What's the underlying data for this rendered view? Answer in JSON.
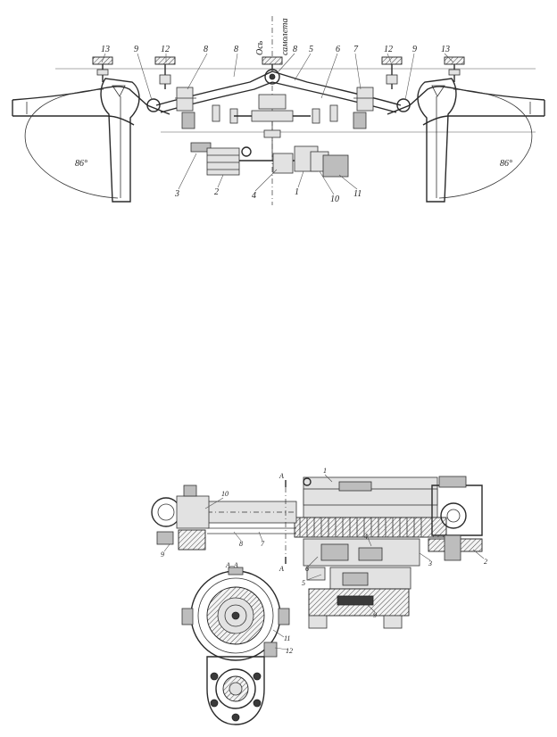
{
  "figure_top": {
    "axis_label_line1": "Ось",
    "axis_label_line2": "самолета",
    "angle_left": "86°",
    "angle_right": "86°",
    "labels": {
      "n1": "1",
      "n2": "2",
      "n3": "3",
      "n4": "4",
      "n5": "5",
      "n6": "6",
      "n7": "7",
      "n8a": "8",
      "n8b": "8",
      "n8c": "8",
      "n9a": "9",
      "n9b": "9",
      "n10": "10",
      "n11": "11",
      "n12a": "12",
      "n12b": "12",
      "n13a": "13",
      "n13b": "13"
    }
  },
  "figure_bottom": {
    "section_mark_top": "А",
    "section_mark_bottom": "А",
    "section_title": "А–А",
    "labels": {
      "n1": "1",
      "n2": "2",
      "n3": "3",
      "n4": "4",
      "n5": "5",
      "n6": "6",
      "n7": "7",
      "n8": "8",
      "n9a": "9",
      "n9b": "9",
      "n10": "10",
      "n11": "11",
      "n12": "12"
    }
  }
}
